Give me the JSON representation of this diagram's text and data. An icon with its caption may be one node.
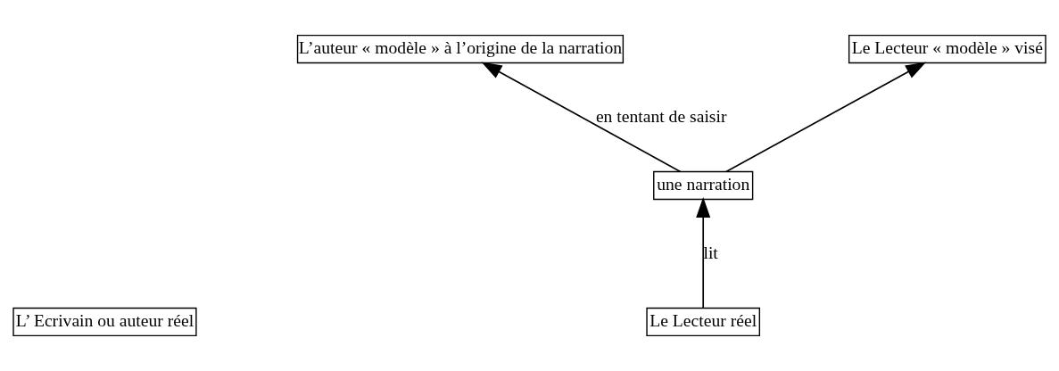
{
  "diagram": {
    "nodes": [
      {
        "text": [
          "L’auteur « modèle » à l’origine de la narration"
        ]
      },
      {
        "text": [
          "Le Lecteur « modèle » visé"
        ]
      },
      {
        "text": [
          "une narration"
        ]
      },
      {
        "text": [
          "L’ Ecrivain ou auteur réel"
        ]
      },
      {
        "text": [
          "Le Lecteur réel"
        ]
      }
    ],
    "edges": [
      {
        "from": 2,
        "to": 0,
        "arrow": "to",
        "label": "en tentant de saisir"
      },
      {
        "from": 2,
        "to": 1,
        "arrow": "to"
      },
      {
        "from": 4,
        "to": 2,
        "arrow": "to",
        "label": "lit"
      }
    ]
  }
}
